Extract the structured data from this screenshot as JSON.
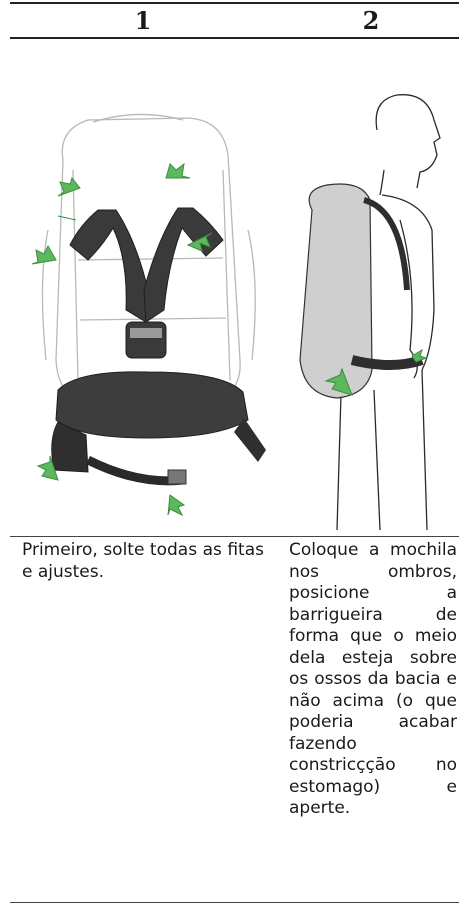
{
  "table": {
    "columns": [
      {
        "number": "1",
        "caption": "Primeiro, solte todas as fitas e ajustes."
      },
      {
        "number": "2",
        "caption": "Coloque a mochila nos ombros, posicione a barrigueira de forma que o meio dela esteja sobre os ossos da bacia e não acima (o que poderia acabar fazendo constricççāo no estomago) e aperte."
      }
    ]
  },
  "colors": {
    "strap": "#333333",
    "arrow": "#5cb85c",
    "outline": "#9a9a9a",
    "pack_body": "#cfcfcf"
  }
}
